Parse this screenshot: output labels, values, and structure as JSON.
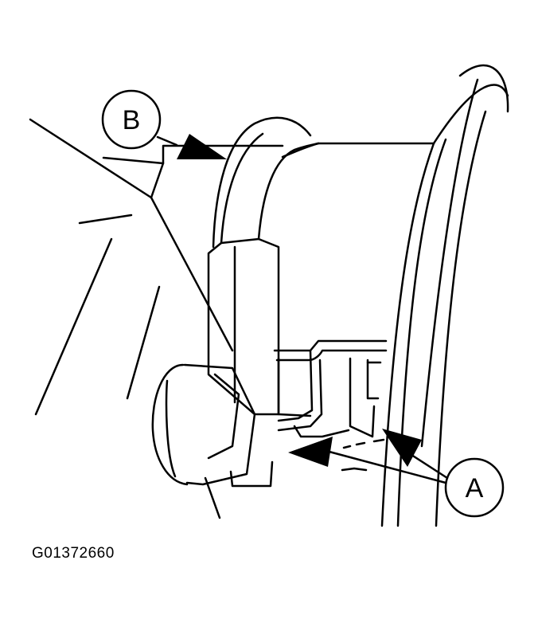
{
  "figure": {
    "callouts": [
      {
        "id": "B",
        "label": "B"
      },
      {
        "id": "A",
        "label": "A"
      }
    ],
    "figure_id": "G01372660"
  },
  "colors": {
    "line": "#000000",
    "background": "#ffffff"
  }
}
